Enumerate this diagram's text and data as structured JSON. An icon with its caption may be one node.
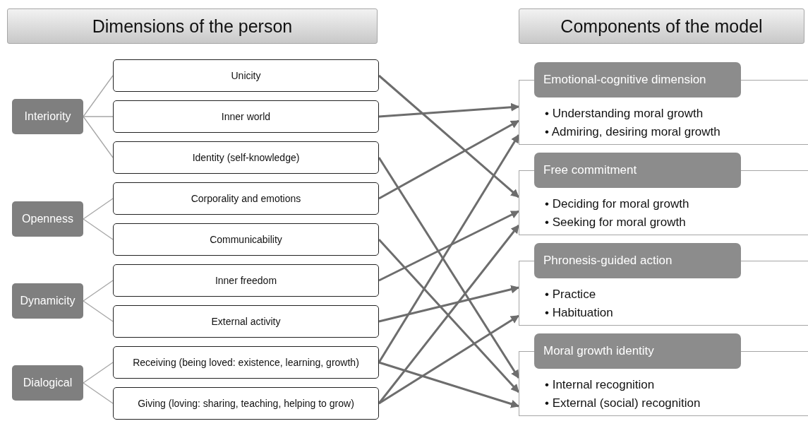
{
  "diagram": {
    "nodes": [
      {
        "text": [
          "Dimensions of the person"
        ]
      },
      {
        "text": [
          "Interiority"
        ]
      },
      {
        "text": [
          "Unicity"
        ]
      },
      {
        "text": [
          "Inner world"
        ]
      },
      {
        "text": [
          "Identity (self-knowledge)"
        ]
      },
      {
        "text": [
          "Openness"
        ]
      },
      {
        "text": [
          "Corporality and emotions"
        ]
      },
      {
        "text": [
          "Communicability"
        ]
      },
      {
        "text": [
          "Dynamicity"
        ]
      },
      {
        "text": [
          "Inner freedom"
        ]
      },
      {
        "text": [
          "External activity"
        ]
      },
      {
        "text": [
          "Dialogical"
        ]
      },
      {
        "text": [
          "Receiving (being loved: existence, learning, growth)"
        ]
      },
      {
        "text": [
          "Giving (loving: sharing, teaching, helping to grow)"
        ]
      },
      {
        "text": [
          "Components of the model"
        ]
      },
      {
        "text": [
          "Emotional-cognitive dimension",
          "• Understanding moral growth",
          "• Admiring, desiring moral growth"
        ]
      },
      {
        "text": [
          "Free commitment",
          "• Deciding for moral growth",
          "• Seeking for moral growth"
        ]
      },
      {
        "text": [
          "Phronesis-guided action",
          "• Practice",
          "• Habituation"
        ]
      },
      {
        "text": [
          "Moral growth identity",
          "• Internal recognition",
          "• External (social) recognition"
        ]
      }
    ],
    "edges": [
      {
        "from": 1,
        "to": 2,
        "arrow": "none",
        "color": "#a6a6a6"
      },
      {
        "from": 1,
        "to": 3,
        "arrow": "none",
        "color": "#a6a6a6"
      },
      {
        "from": 1,
        "to": 4,
        "arrow": "none",
        "color": "#a6a6a6"
      },
      {
        "from": 5,
        "to": 6,
        "arrow": "none",
        "color": "#a6a6a6"
      },
      {
        "from": 5,
        "to": 7,
        "arrow": "none",
        "color": "#a6a6a6"
      },
      {
        "from": 8,
        "to": 9,
        "arrow": "none",
        "color": "#a6a6a6"
      },
      {
        "from": 8,
        "to": 10,
        "arrow": "none",
        "color": "#a6a6a6"
      },
      {
        "from": 11,
        "to": 12,
        "arrow": "none",
        "color": "#a6a6a6"
      },
      {
        "from": 11,
        "to": 13,
        "arrow": "none",
        "color": "#a6a6a6"
      },
      {
        "from": 2,
        "to": 16,
        "arrow": "to"
      },
      {
        "from": 3,
        "to": 15,
        "arrow": "to"
      },
      {
        "from": 4,
        "to": 18,
        "arrow": "to"
      },
      {
        "from": 6,
        "to": 15,
        "arrow": "to"
      },
      {
        "from": 7,
        "to": 18,
        "arrow": "to"
      },
      {
        "from": 9,
        "to": 16,
        "arrow": "to"
      },
      {
        "from": 10,
        "to": 17,
        "arrow": "to"
      },
      {
        "from": 12,
        "to": 15,
        "arrow": "to"
      },
      {
        "from": 12,
        "to": 18,
        "arrow": "to"
      },
      {
        "from": 13,
        "to": 16,
        "arrow": "to"
      },
      {
        "from": 13,
        "to": 17,
        "arrow": "to"
      }
    ]
  }
}
